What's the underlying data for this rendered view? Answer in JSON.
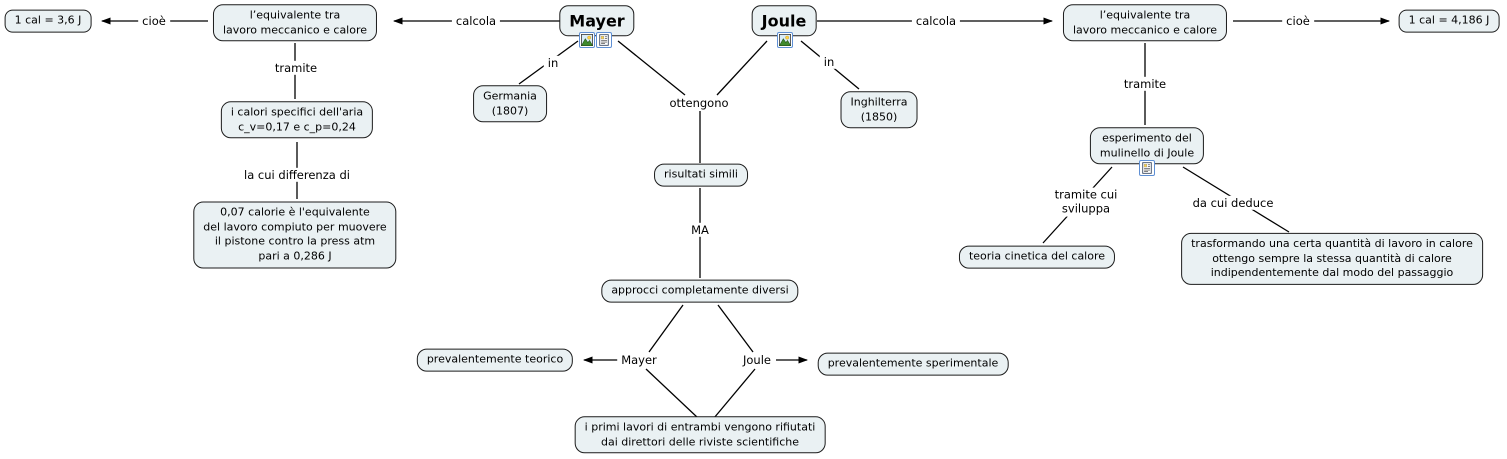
{
  "concept_map": {
    "colors": {
      "node_fill": "#eaf1f3",
      "node_border": "#1c1c1c",
      "line": "#000000",
      "icon_border": "#5e8fd4",
      "background": "#ffffff"
    },
    "nodes": {
      "eq_cal_36": "1 cal = 3,6 J",
      "equivalente_left": "l’equivalente tra\nlavoro meccanico e calore",
      "calori_specifici": "i calori specifici dell'aria\nc_v=0,17 e c_p=0,24",
      "calorie_007": "0,07 calorie è l'equivalente\ndel lavoro compiuto per muovere\nil pistone contro la press atm\npari a 0,286 J",
      "mayer": "Mayer",
      "joule": "Joule",
      "germania": "Germania\n(1807)",
      "inghilterra": "Inghilterra\n(1850)",
      "risultati_simili": "risultati simili",
      "approcci_diversi": "approcci completamente diversi",
      "prevalentemente_teorico": "prevalentemente teorico",
      "prevalentemente_sperimentale": "prevalentemente sperimentale",
      "primi_lavori": "i primi lavori di entrambi vengono rifiutati\ndai direttori delle riviste scientifiche",
      "equivalente_right": "l’equivalente tra\nlavoro meccanico e calore",
      "eq_cal_4186": "1 cal = 4,186 J",
      "mulinello": "esperimento del\nmulinello di Joule",
      "teoria_cinetica": "teoria cinetica del calore",
      "trasformando": "trasformando una certa quantità di lavoro in calore\nottengo sempre la stessa quantità di calore\nindipendentemente dal modo del passaggio"
    },
    "linking_phrases": {
      "cioe_left": "cioè",
      "calcola_left": "calcola",
      "tramite_left": "tramite",
      "la_cui_differenza": "la cui differenza di",
      "in_left": "in",
      "ottengono": "ottengono",
      "ma": "MA",
      "in_right": "in",
      "calcola_right": "calcola",
      "cioe_right": "cioè",
      "tramite_right": "tramite",
      "tramite_cui_sviluppa": "tramite cui\nsviluppa",
      "da_cui_deduce": "da cui deduce",
      "mayer_branch": "Mayer",
      "joule_branch": "Joule"
    },
    "icons": {
      "mayer_image_icon": "image-attachment",
      "mayer_document_icon": "document-attachment",
      "joule_image_icon": "image-attachment",
      "mulinello_document_icon": "document-attachment"
    }
  }
}
